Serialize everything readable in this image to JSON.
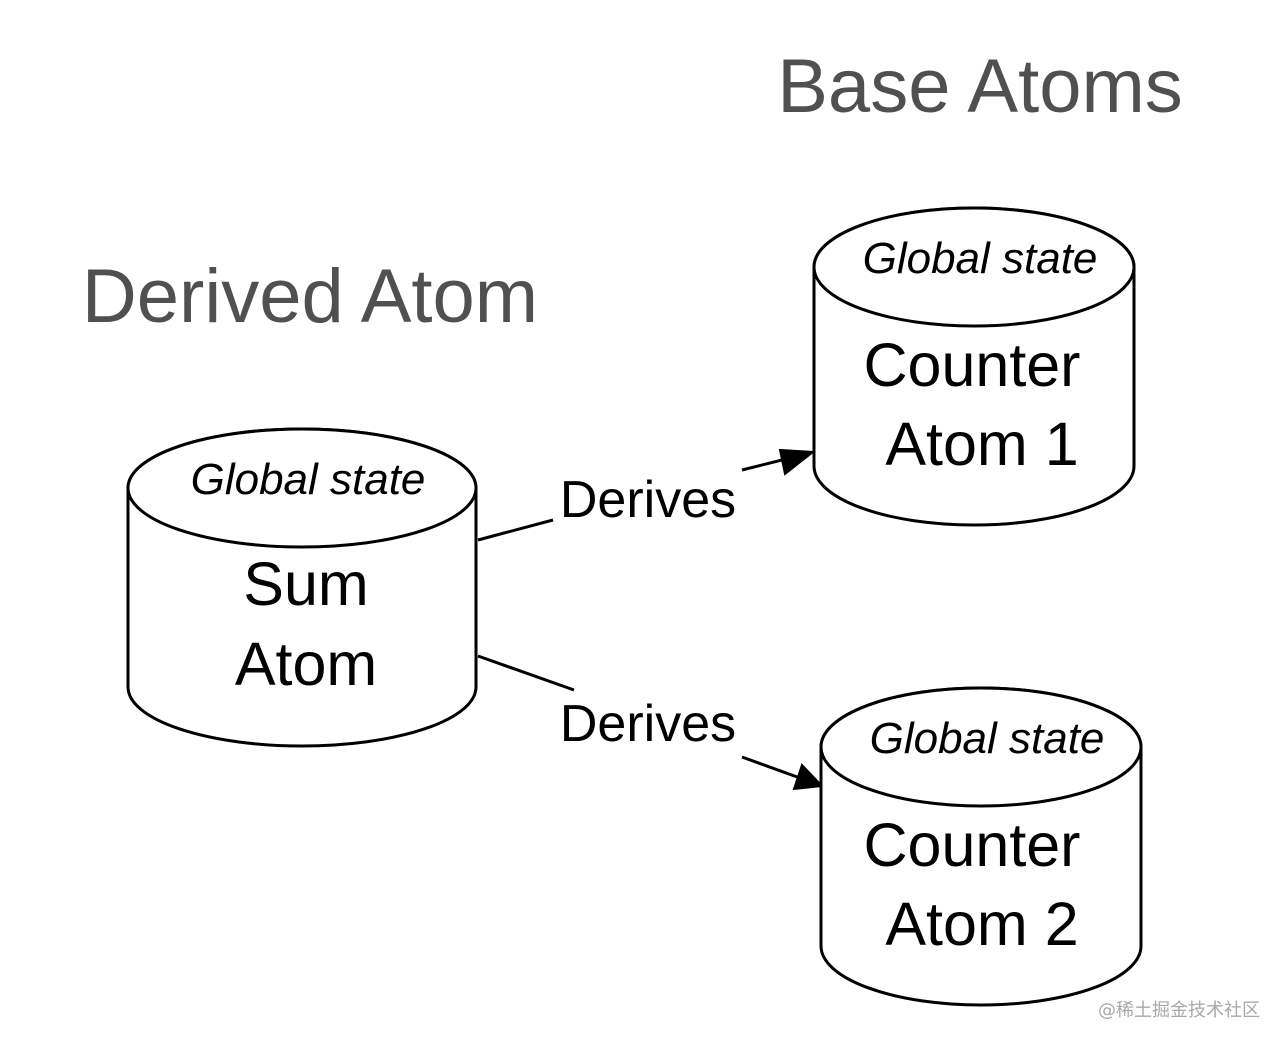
{
  "labels": {
    "base_atoms": "Base Atoms",
    "derived_atom": "Derived Atom"
  },
  "nodes": {
    "sum_atom": {
      "top_label": "Global state",
      "body_line1": "Sum",
      "body_line2": "Atom"
    },
    "counter_atom_1": {
      "top_label": "Global state",
      "body_line1": "Counter",
      "body_line2": "Atom 1"
    },
    "counter_atom_2": {
      "top_label": "Global state",
      "body_line1": "Counter",
      "body_line2": "Atom 2"
    }
  },
  "edges": {
    "sum_to_counter_1": {
      "label": "Derives"
    },
    "sum_to_counter_2": {
      "label": "Derives"
    }
  },
  "watermark": "@稀土掘金技术社区",
  "colors": {
    "section_label": "#505050",
    "stroke": "#000000",
    "background": "#ffffff",
    "watermark": "#a8a8a8"
  }
}
